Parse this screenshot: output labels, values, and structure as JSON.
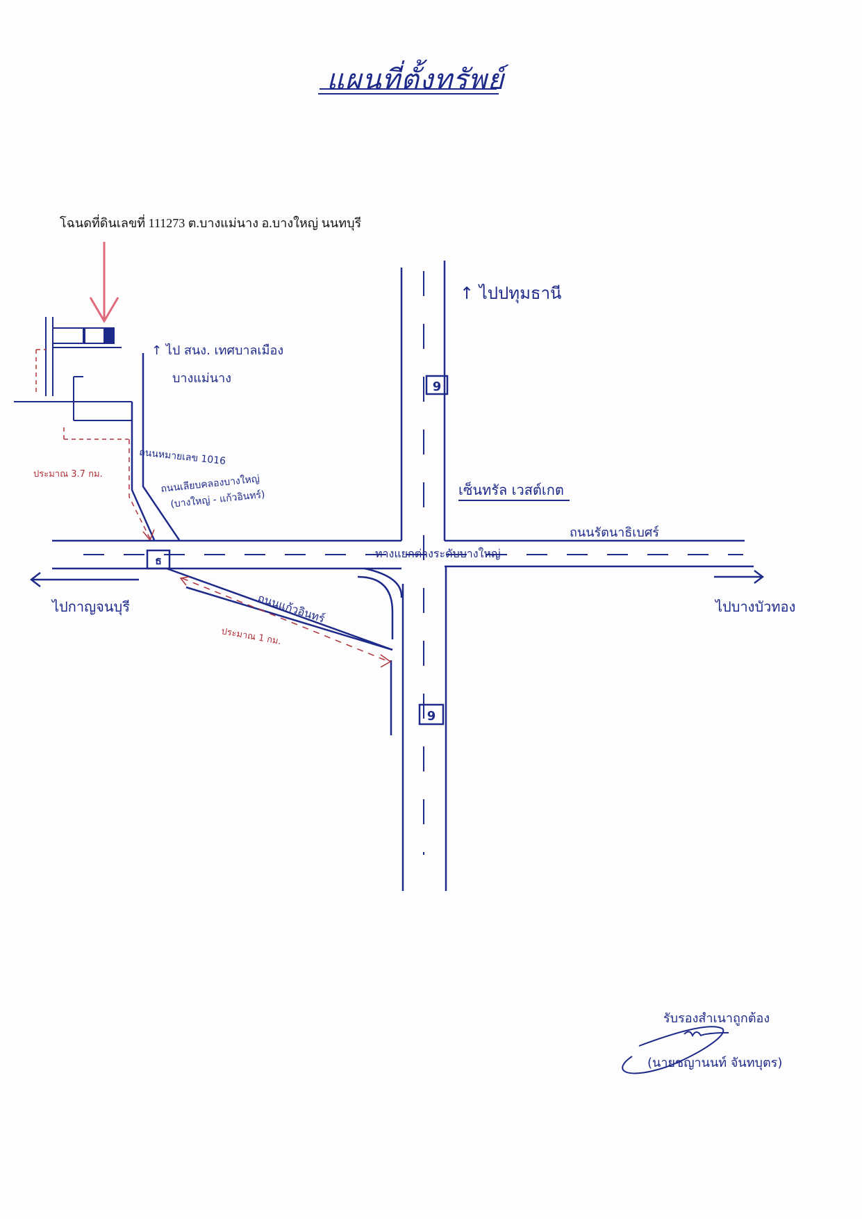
{
  "title": "แผนที่ตั้งทรัพย์",
  "deed_label": "โฉนดที่ดินเลขที่ 111273 ต.บางแม่นาง อ.บางใหญ่ นนทบุรี",
  "labels": {
    "to_pathum_thani": "↑ ไปปทุมธานี",
    "to_municipal_office": "↑ ไป สนง. เทศบาลเมือง",
    "bang_mae_nang": "บางแม่นาง",
    "soi_1016": "ถนนหมายเลข 1016",
    "road_desc_1": "ถนนเลียบคลองบางใหญ่",
    "road_desc_2": "(บางใหญ่ - แก้วอินทร์)",
    "distance_3_7": "ประมาณ 3.7 กม.",
    "central_westgate": "เซ็นทรัล เวสต์เกต",
    "ratanathibet_road": "ถนนรัตนาธิเบศร์",
    "bang_yai_intersection": "ทางแยกต่างระดับบางใหญ่",
    "to_kanchanaburi": "ไปกาญจนบุรี",
    "to_bang_bua_thong": "ไปบางบัวทอง",
    "kaeo_in_road": "ถนนแก้วอินทร์",
    "distance_1": "ประมาณ 1 กม.",
    "route_9_top": "9",
    "route_9_bottom": "9",
    "route_shield_left": "ธ"
  },
  "certify_text": "รับรองสำเนาถูกต้อง",
  "signer_name": "(นายชญานนท์  จันทบุตร)",
  "colors": {
    "ink": "#1e2a8a",
    "red_ink": "#b0303a",
    "arrow_pink": "#e06a7c"
  }
}
